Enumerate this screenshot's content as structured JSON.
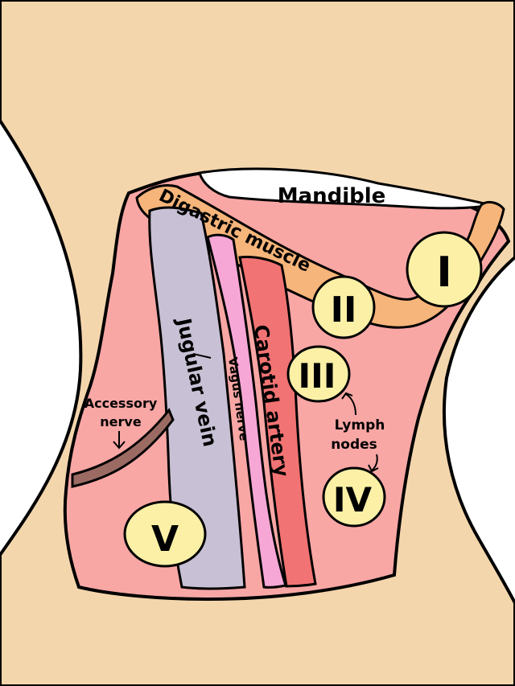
{
  "labels": {
    "mandible": "Mandible",
    "digastric": "Digastric muscle",
    "jugular": "Jugular vein",
    "vagus": "Vagus nerve",
    "carotid": "Carotid artery",
    "accessory_line1": "Accessory",
    "accessory_line2": "nerve",
    "lymph_line1": "Lymph",
    "lymph_line2": "nodes"
  },
  "lymph_node_levels": [
    "I",
    "II",
    "III",
    "IV",
    "V"
  ],
  "colors": {
    "skin": "#f4d6ad",
    "tissue": "#f8a7a5",
    "digastric": "#f6b57a",
    "jugular": "#c8c0d4",
    "vagus": "#f7a7d6",
    "carotid": "#f27373",
    "accessory": "#9b6b63",
    "node": "#fbf0a6",
    "outline": "#000000"
  }
}
